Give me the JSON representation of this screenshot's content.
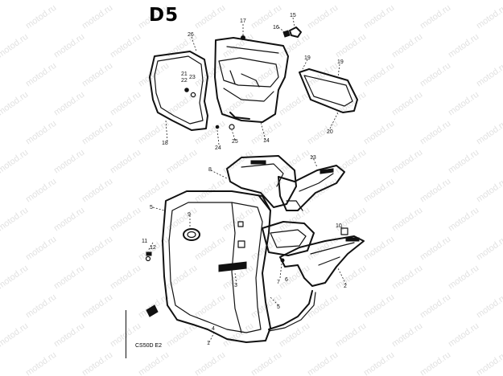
{
  "diagram": {
    "title": "D5",
    "model_label": "CS50D E2",
    "watermark": "motod.ru",
    "labels": [
      {
        "id": "26",
        "text": "26"
      },
      {
        "id": "17",
        "text": "17"
      },
      {
        "id": "16",
        "text": "16"
      },
      {
        "id": "15",
        "text": "15"
      },
      {
        "id": "19a",
        "text": "19"
      },
      {
        "id": "19b",
        "text": "19"
      },
      {
        "id": "21",
        "text": "21"
      },
      {
        "id": "22",
        "text": "22"
      },
      {
        "id": "23",
        "text": "23"
      },
      {
        "id": "20",
        "text": "20"
      },
      {
        "id": "18",
        "text": "18"
      },
      {
        "id": "24",
        "text": "24"
      },
      {
        "id": "25",
        "text": "25"
      },
      {
        "id": "14",
        "text": "14"
      },
      {
        "id": "13",
        "text": "13"
      },
      {
        "id": "8",
        "text": "8"
      },
      {
        "id": "5a",
        "text": "5"
      },
      {
        "id": "9",
        "text": "9"
      },
      {
        "id": "10",
        "text": "10"
      },
      {
        "id": "11",
        "text": "11"
      },
      {
        "id": "12",
        "text": "12"
      },
      {
        "id": "3",
        "text": "3"
      },
      {
        "id": "7",
        "text": "7"
      },
      {
        "id": "6",
        "text": "6"
      },
      {
        "id": "2",
        "text": "2"
      },
      {
        "id": "5b",
        "text": "5"
      },
      {
        "id": "4",
        "text": "4"
      },
      {
        "id": "1",
        "text": "1"
      }
    ]
  }
}
